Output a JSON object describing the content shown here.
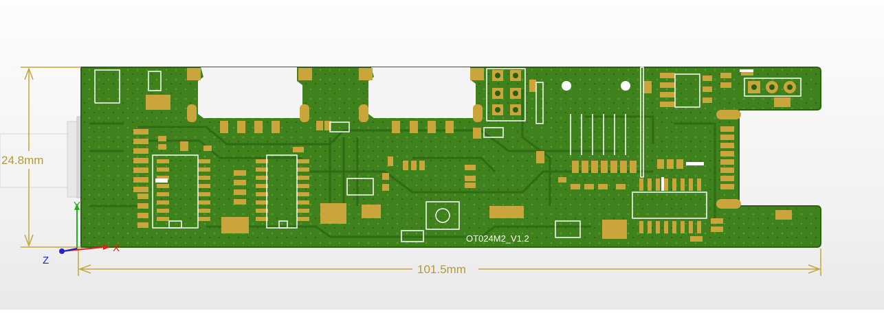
{
  "board": {
    "label": "OT024M2_V1.2",
    "width_label": "101.5mm",
    "height_label": "24.8mm"
  },
  "axes": {
    "x_label": "X",
    "y_label": "Y",
    "z_label": "Z"
  },
  "colors": {
    "background": "#f4f4f4",
    "board_green": "#3e7f1c",
    "trace_green": "#2f6a13",
    "pad_gold": "#c9a53b",
    "silkscreen": "#ffffff",
    "dimension": "#c6a53a",
    "axis_x": "#e0201a",
    "axis_y": "#22b022",
    "axis_z": "#2222cc"
  }
}
